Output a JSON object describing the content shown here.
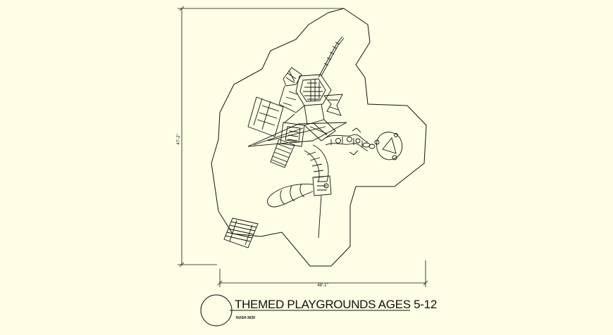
{
  "drawing": {
    "vertical_dimension": "47'-2\"",
    "horizontal_dimension": "48'-1\"",
    "title": "THEMED PLAYGROUNDS AGES 5-12",
    "subtitle": "NUSH-3639"
  },
  "colors": {
    "background": "#fefee6",
    "line": "#111111"
  }
}
